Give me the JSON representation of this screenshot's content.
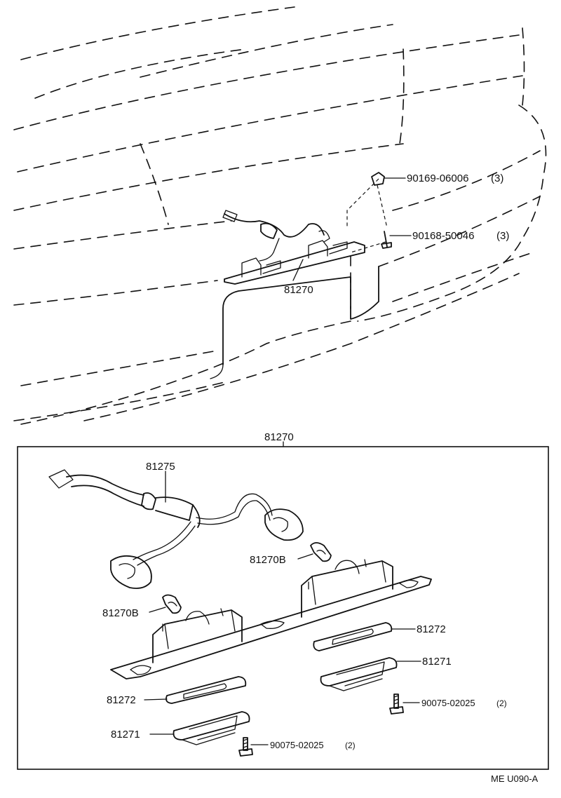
{
  "upper_view": {
    "assembly_label": "81270",
    "fasteners": [
      {
        "part": "90169-06006",
        "qty": "(3)"
      },
      {
        "part": "90168-50046",
        "qty": "(3)"
      }
    ]
  },
  "detail_view": {
    "assembly_label": "81270",
    "parts": {
      "socket_wire": "81275",
      "bulb_right": "81270B",
      "bulb_left": "81270B",
      "gasket_right": "81272",
      "lens_right": "81271",
      "gasket_left": "81272",
      "lens_left": "81271"
    },
    "screws": [
      {
        "part": "90075-02025",
        "qty": "(2)"
      },
      {
        "part": "90075-02025",
        "qty": "(2)"
      }
    ]
  },
  "diagram_code": "ME U090-A"
}
